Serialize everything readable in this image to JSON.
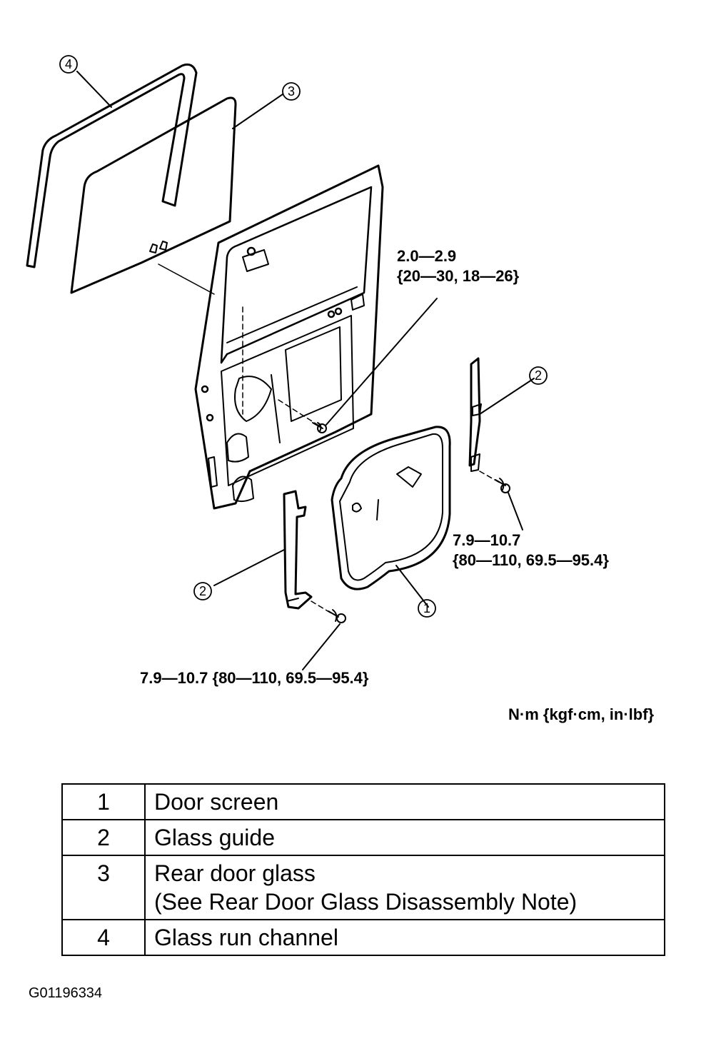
{
  "torques": {
    "upper_screw": [
      "2.0—2.9",
      "{20—30, 18—26}"
    ],
    "right_guide_bolt": [
      "7.9—10.7",
      "{80—110, 69.5—95.4}"
    ],
    "left_guide_bolt": "7.9—10.7 {80—110, 69.5—95.4}"
  },
  "units_note": "N·m {kgf·cm, in·lbf}",
  "callouts": [
    "4",
    "3",
    "2",
    "2",
    "1"
  ],
  "legend": [
    {
      "num": "1",
      "label": "Door screen"
    },
    {
      "num": "2",
      "label": "Glass guide"
    },
    {
      "num": "3",
      "label": "Rear door glass\n(See Rear Door Glass Disassembly Note)"
    },
    {
      "num": "4",
      "label": "Glass run channel"
    }
  ],
  "figure_id": "G01196334"
}
